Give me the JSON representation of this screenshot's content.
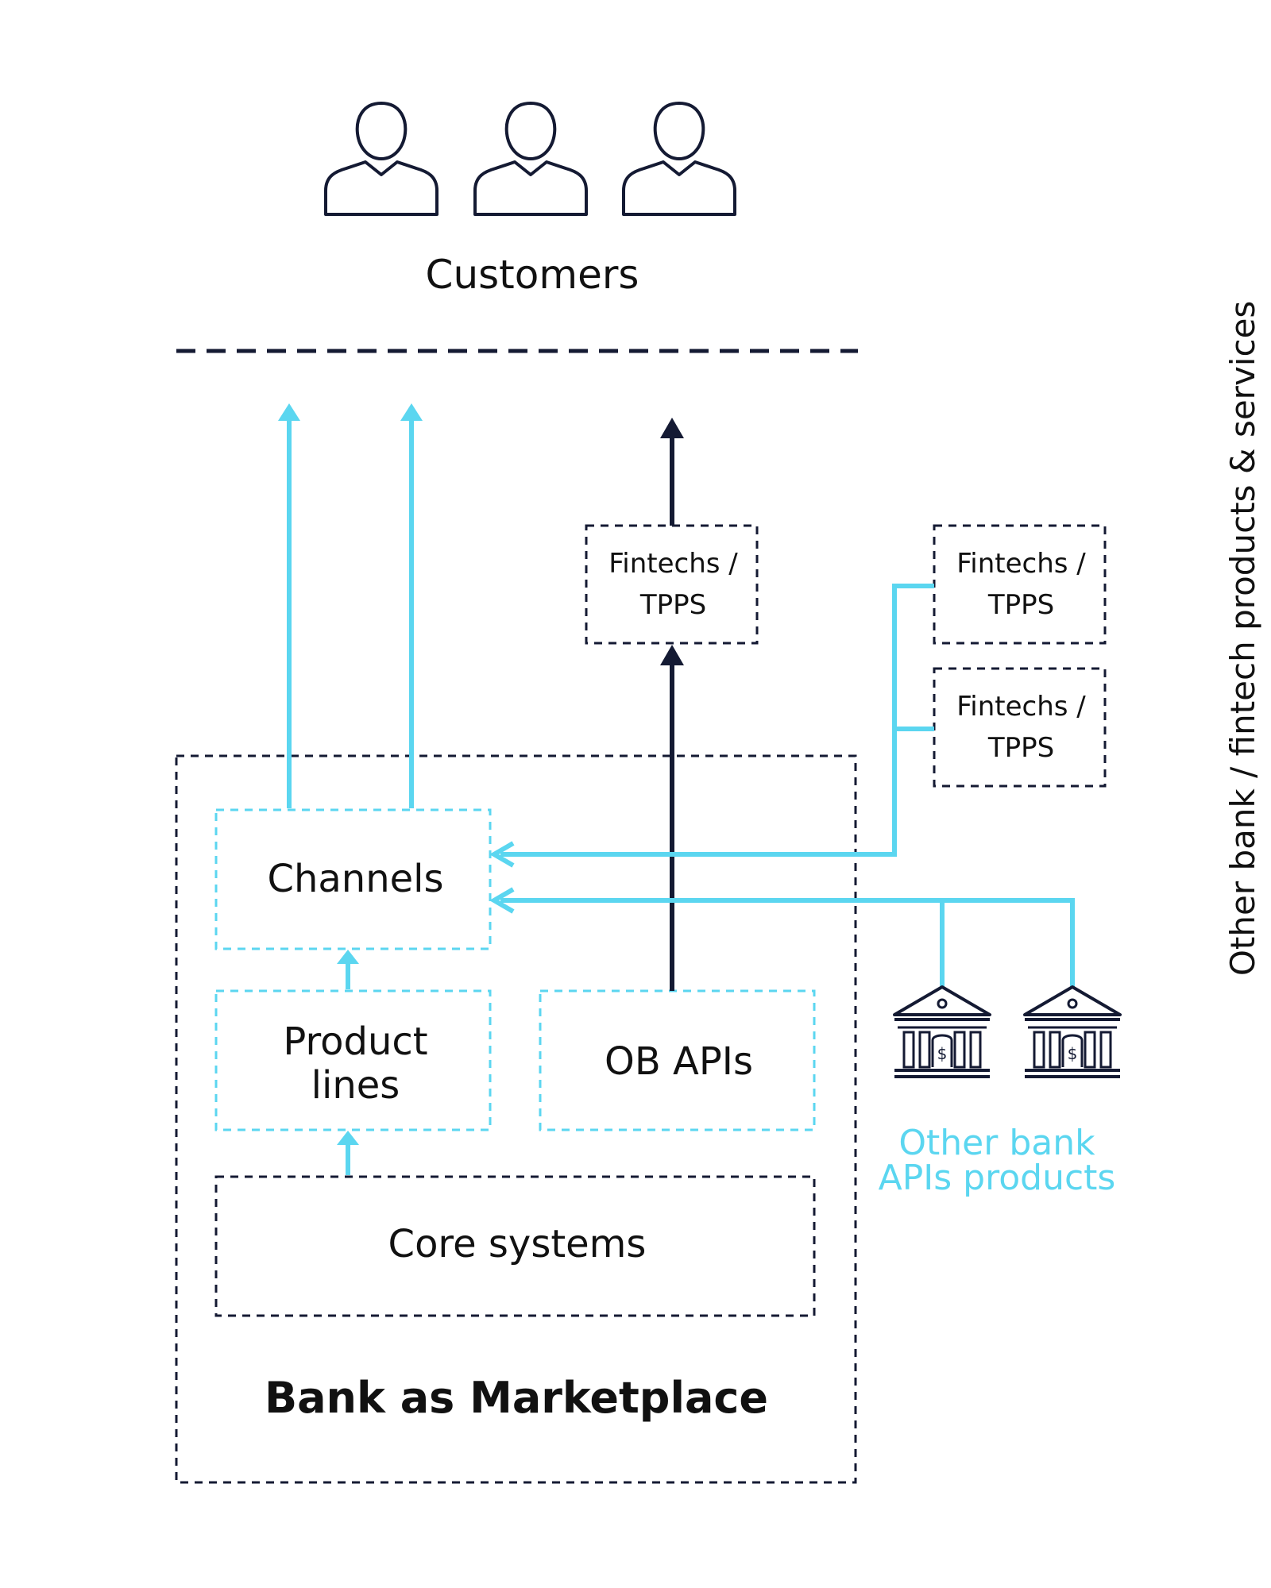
{
  "customers_label": "Customers",
  "boxes": {
    "fintech_top": [
      "Fintechs /",
      "TPPS"
    ],
    "fintech_right_1": [
      "Fintechs /",
      "TPPS"
    ],
    "fintech_right_2": [
      "Fintechs /",
      "TPPS"
    ],
    "channels": "Channels",
    "product_lines": [
      "Product",
      "lines"
    ],
    "ob_apis": "OB APIs",
    "core_systems": "Core systems",
    "bank_as_marketplace": "Bank as Marketplace"
  },
  "other_bank_apis": [
    "Other bank",
    "APIs products"
  ],
  "side_label": "Other bank / fintech products & services",
  "icons": {
    "person": "person-icon",
    "bank": "bank-building-icon"
  },
  "colors": {
    "cyan": "#5bd6f0",
    "navy": "#141a33",
    "text": "#111111"
  }
}
